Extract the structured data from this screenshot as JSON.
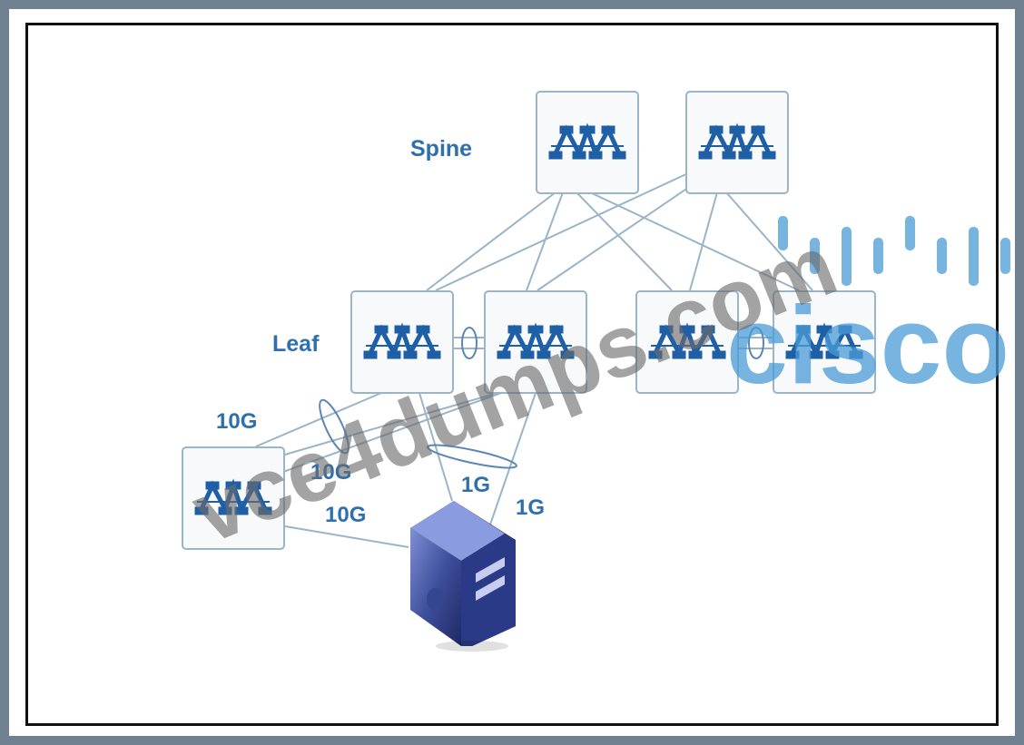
{
  "labels": {
    "spine": "Spine",
    "leaf": "Leaf"
  },
  "links": {
    "speed_10g_top": "10G",
    "speed_10g_mid": "10G",
    "speed_10g_bottom": "10G",
    "speed_1g_left": "1G",
    "speed_1g_right": "1G"
  },
  "watermarks": {
    "site": "vce4dumps.com",
    "brand": "cisco"
  },
  "colors": {
    "switch_blue": "#1f5fa6",
    "link_line": "#9ab4c8",
    "label_blue": "#2f6fae",
    "server_blue": "#3e4f9c"
  },
  "icons": {
    "switch": "layer3-switch-icon",
    "server": "server-tower-icon",
    "port_channel": "port-channel-ellipse-icon"
  }
}
